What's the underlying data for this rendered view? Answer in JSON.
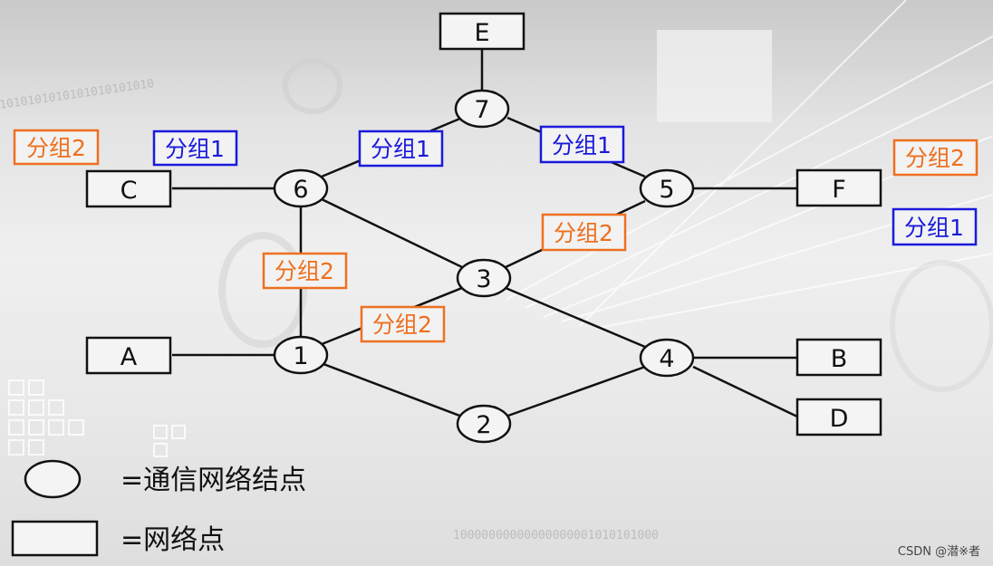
{
  "colors": {
    "orange": "#ee7020",
    "blue": "#1a1adb",
    "line": "#111111",
    "box_fill": "#f4f4f4"
  },
  "hosts": {
    "E": "E",
    "C": "C",
    "F": "F",
    "A": "A",
    "B": "B",
    "D": "D"
  },
  "nodes": {
    "n1": "1",
    "n2": "2",
    "n3": "3",
    "n4": "4",
    "n5": "5",
    "n6": "6",
    "n7": "7"
  },
  "packets": {
    "blue_label": "分组1",
    "orange_label": "分组2"
  },
  "legend": {
    "node_text": "=通信网络结点",
    "host_text": "=网络点"
  },
  "watermark": "CSDN @潜※者"
}
